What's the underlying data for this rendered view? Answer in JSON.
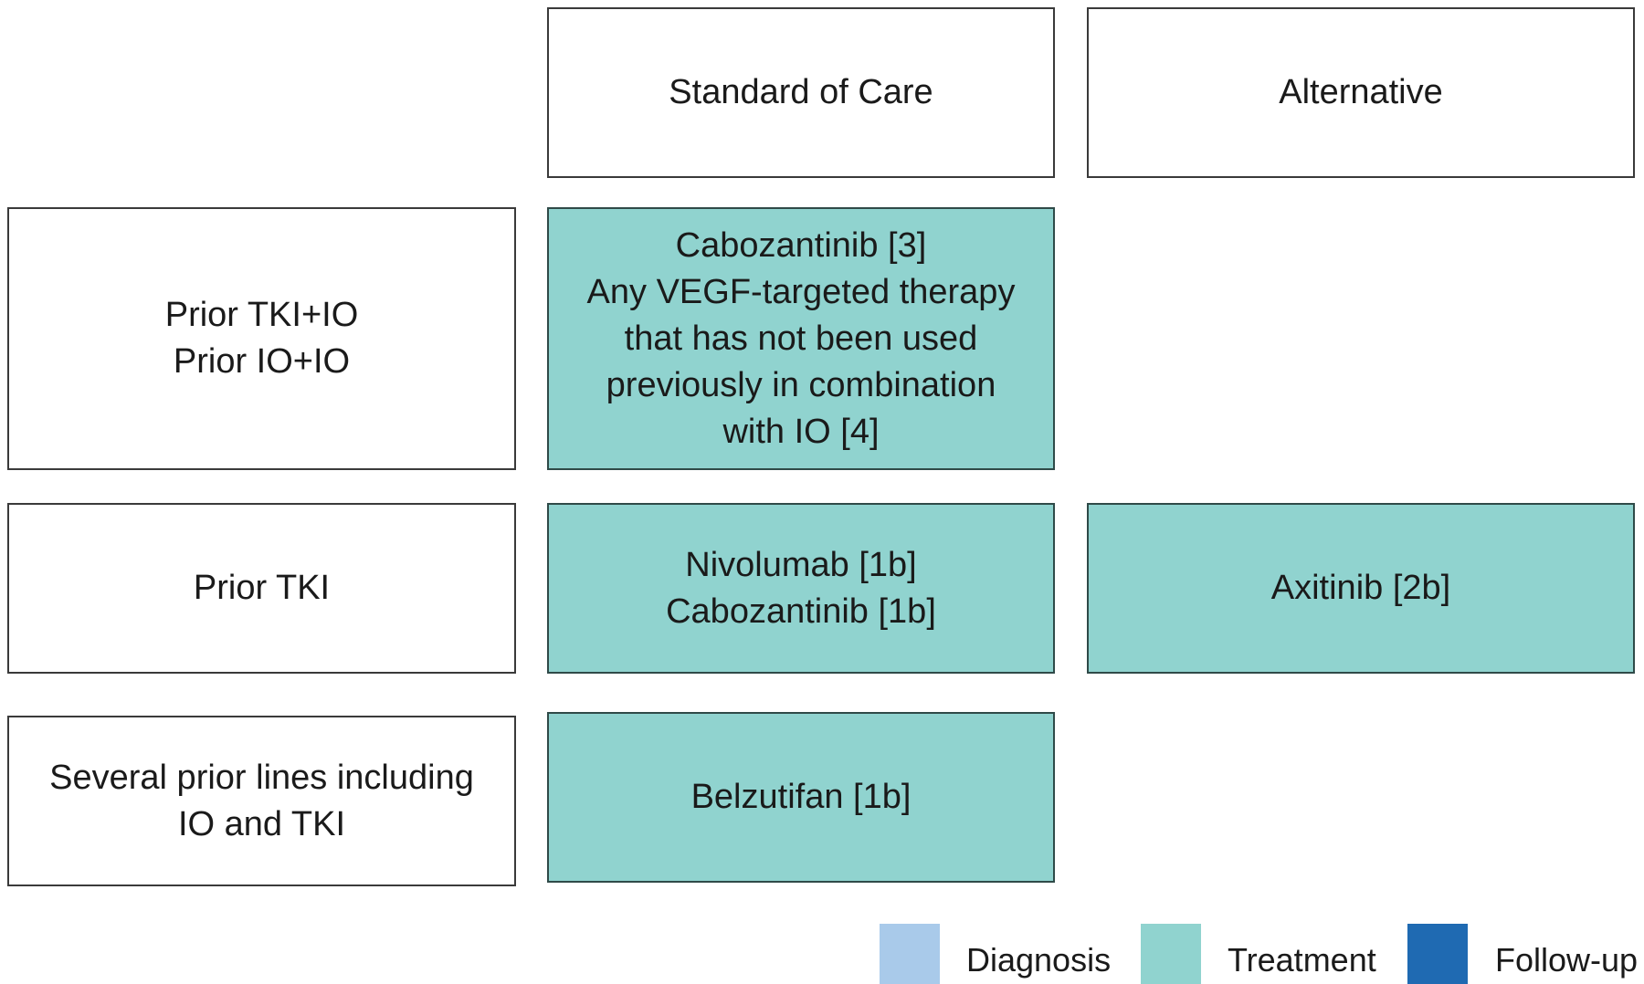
{
  "colors": {
    "diagnosis": "#a9caea",
    "treatment": "#90d3cf",
    "followup": "#1f6ab2"
  },
  "headers": {
    "standard_of_care": "Standard of Care",
    "alternative": "Alternative"
  },
  "rows": [
    {
      "label_lines": [
        "Prior TKI+IO",
        "Prior IO+IO"
      ],
      "standard_lines": [
        "Cabozantinib [3]",
        "Any VEGF-targeted therapy",
        "that has not been used",
        "previously in combination",
        "with IO [4]"
      ]
    },
    {
      "label_lines": [
        "Prior TKI"
      ],
      "standard_lines": [
        "Nivolumab [1b]",
        "Cabozantinib [1b]"
      ],
      "alternative_lines": [
        "Axitinib [2b]"
      ]
    },
    {
      "label_lines": [
        "Several prior lines including",
        "IO and TKI"
      ],
      "standard_lines": [
        "Belzutifan [1b]"
      ]
    }
  ],
  "legend": [
    {
      "label": "Diagnosis",
      "color_key": "diagnosis"
    },
    {
      "label": "Treatment",
      "color_key": "treatment"
    },
    {
      "label": "Follow-up",
      "color_key": "followup"
    }
  ]
}
